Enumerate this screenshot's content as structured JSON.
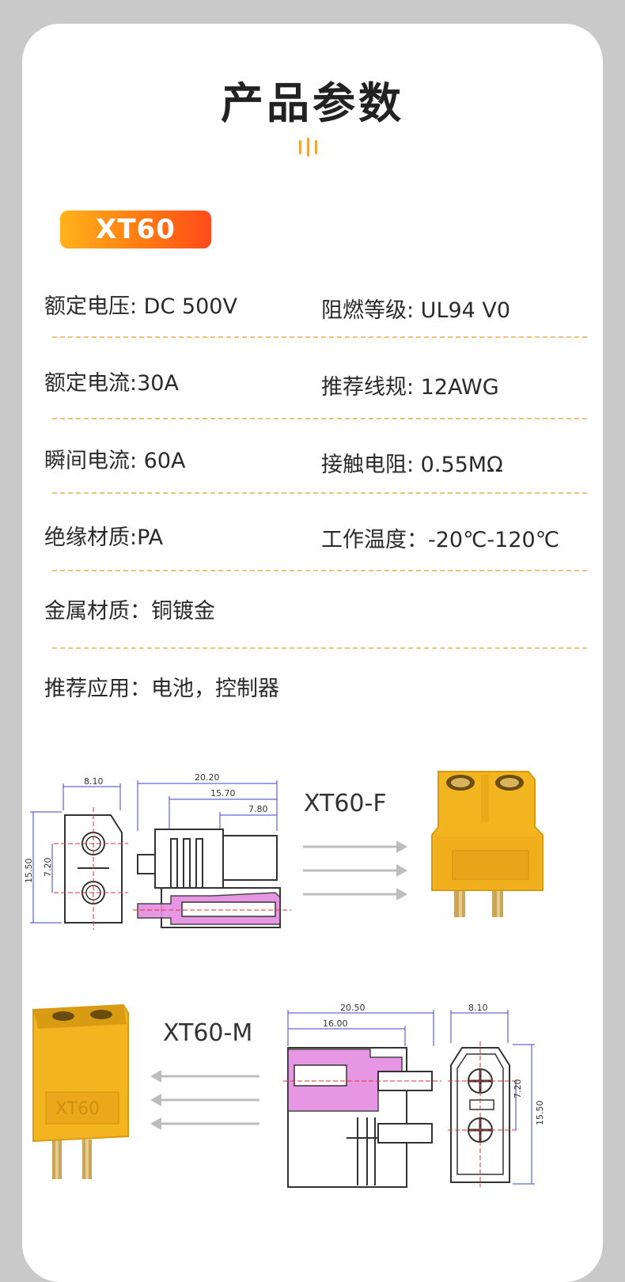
{
  "header": {
    "title": "产品参数"
  },
  "badge": {
    "label": "XT60"
  },
  "specs": {
    "rated_voltage": "额定电压: DC 500V",
    "flame_rating": "阻燃等级: UL94 V0",
    "rated_current": "额定电流:30A",
    "wire_gauge": "推荐线规: 12AWG",
    "peak_current": "瞬间电流: 60A",
    "contact_resistance": "接触电阻: 0.55MΩ",
    "insulation": "绝缘材质:PA",
    "temperature": "工作温度：-20℃-120℃",
    "metal": "金属材质：铜镀金",
    "application": "推荐应用：电池，控制器"
  },
  "diagram_female": {
    "label": "XT60-F",
    "dim_width": "8.10",
    "dim_height": "15.50",
    "dim_pitch": "7.20",
    "dim_total": "20.20",
    "dim_mid": "15.70",
    "dim_short": "7.80"
  },
  "diagram_male": {
    "label": "XT60-M",
    "dim_total": "20.50",
    "dim_mid": "16.00",
    "dim_width": "8.10",
    "dim_pitch": "7.20",
    "dim_height": "15.50",
    "product_text": "XT60"
  },
  "colors": {
    "accent": "#ff7a12",
    "connector": "#f5b92c",
    "dim_line": "#3a46c8",
    "section": "#e58be0"
  }
}
